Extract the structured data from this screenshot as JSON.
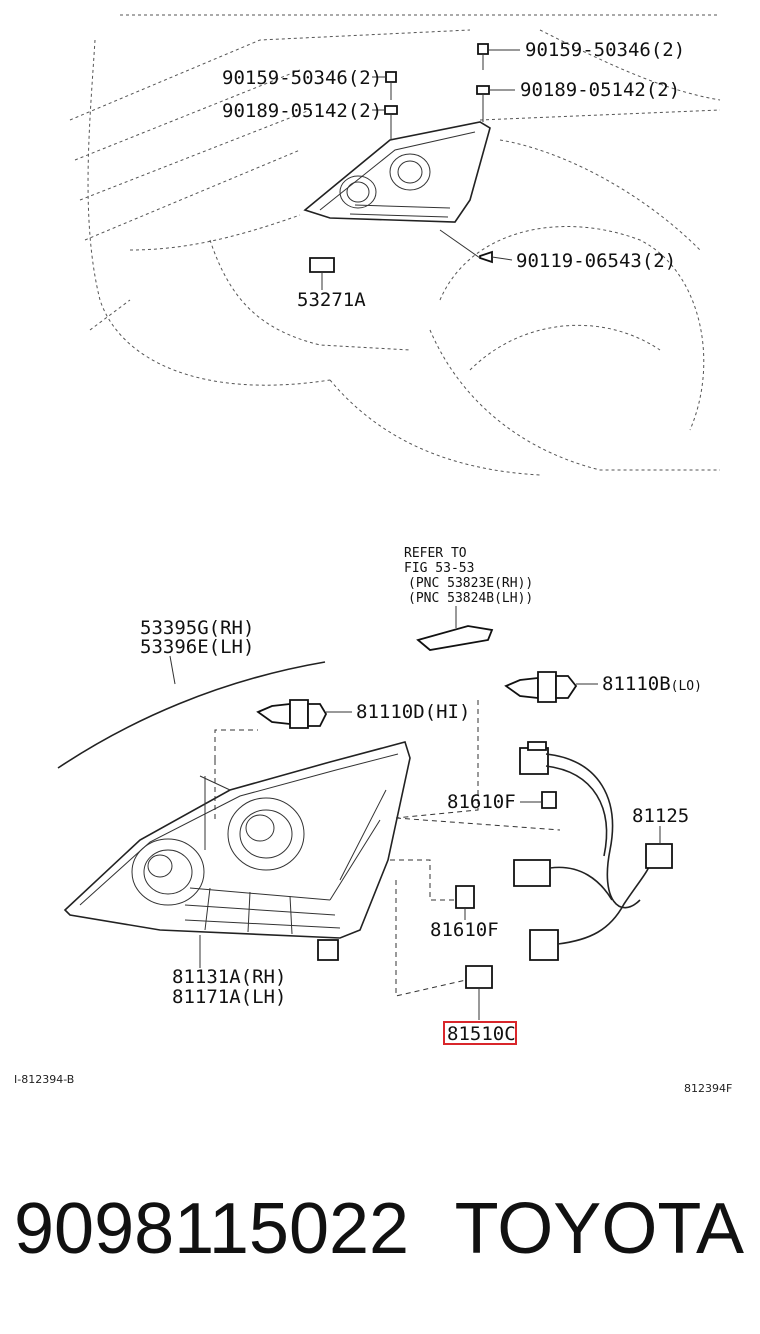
{
  "diagram": {
    "top_labels": {
      "bolt_right": "90159-50346(2)",
      "clip_right": "90189-05142(2)",
      "bolt_left": "90159-50346(2)",
      "clip_left": "90189-05142(2)",
      "screw": "90119-06543(2)",
      "bracket": "53271A"
    },
    "refer": {
      "line1": "REFER TO",
      "line2": "FIG 53-53",
      "line3": "(PNC 53823E(RH))",
      "line4": "(PNC 53824B(LH))"
    },
    "labels": {
      "molding_rh": "53395G(RH)",
      "molding_lh": "53396E(LH)",
      "hi_bulb": "81110D(HI)",
      "lo_bulb_num": "81110B",
      "lo_bulb_suffix": "(LO)",
      "socket_upper": "81610F",
      "socket_lower": "81610F",
      "wiring": "81125",
      "lamp_rh": "81131A(RH)",
      "lamp_lh": "81171A(LH)",
      "highlighted": "81510C"
    },
    "small_codes": {
      "left": "I-812394-B",
      "right": "812394F"
    },
    "highlight_color": "#d9262b"
  },
  "footer": {
    "part_number": "9098115022",
    "brand": "TOYOTA"
  }
}
